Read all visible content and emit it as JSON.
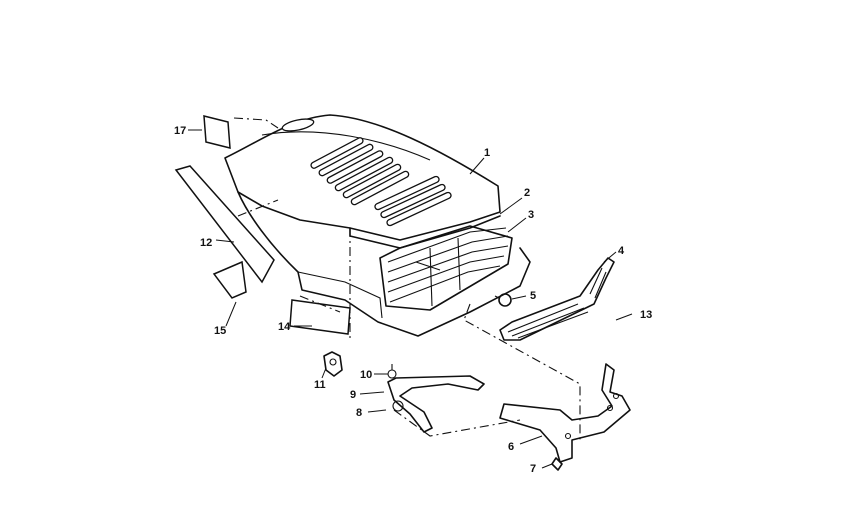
{
  "callouts": {
    "c1": "1",
    "c2": "2",
    "c3": "3",
    "c4": "4",
    "c5": "5",
    "c6": "6",
    "c7": "7",
    "c8": "8",
    "c9": "9",
    "c10": "10",
    "c11": "11",
    "c12": "12",
    "c13": "13",
    "c14": "14",
    "c15": "15",
    "c17": "17"
  }
}
